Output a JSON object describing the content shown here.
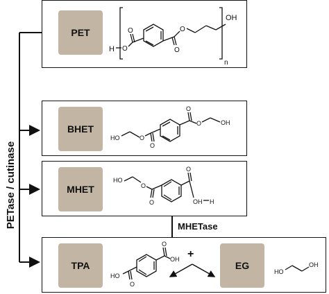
{
  "diagram": {
    "enzyme_main": "PETase / cutinase",
    "enzyme_secondary": "MHETase",
    "compounds": {
      "pet": {
        "tag": "PET",
        "atoms": {
          "h": "H",
          "o_end": "OH",
          "o1": "O",
          "o2": "O",
          "o3": "O",
          "o4": "O",
          "n": "n"
        }
      },
      "bhet": {
        "tag": "BHET",
        "atoms": {
          "ho": "HO",
          "oh": "OH",
          "o1": "O",
          "o2": "O",
          "o3": "O",
          "o4": "O"
        }
      },
      "mhet": {
        "tag": "MHET",
        "atoms": {
          "ho": "HO",
          "oh": "OH",
          "h": "H",
          "o1": "O",
          "o2": "O",
          "o3": "O"
        }
      },
      "tpa": {
        "tag": "TPA",
        "atoms": {
          "ho": "HO",
          "oh": "OH",
          "o1": "O",
          "o2": "O"
        }
      },
      "eg": {
        "tag": "EG",
        "atoms": {
          "ho": "HO",
          "oh": "OH"
        }
      }
    },
    "plus": "+",
    "colors": {
      "tag_fill": "#c2b5a3",
      "line": "#111111"
    }
  }
}
